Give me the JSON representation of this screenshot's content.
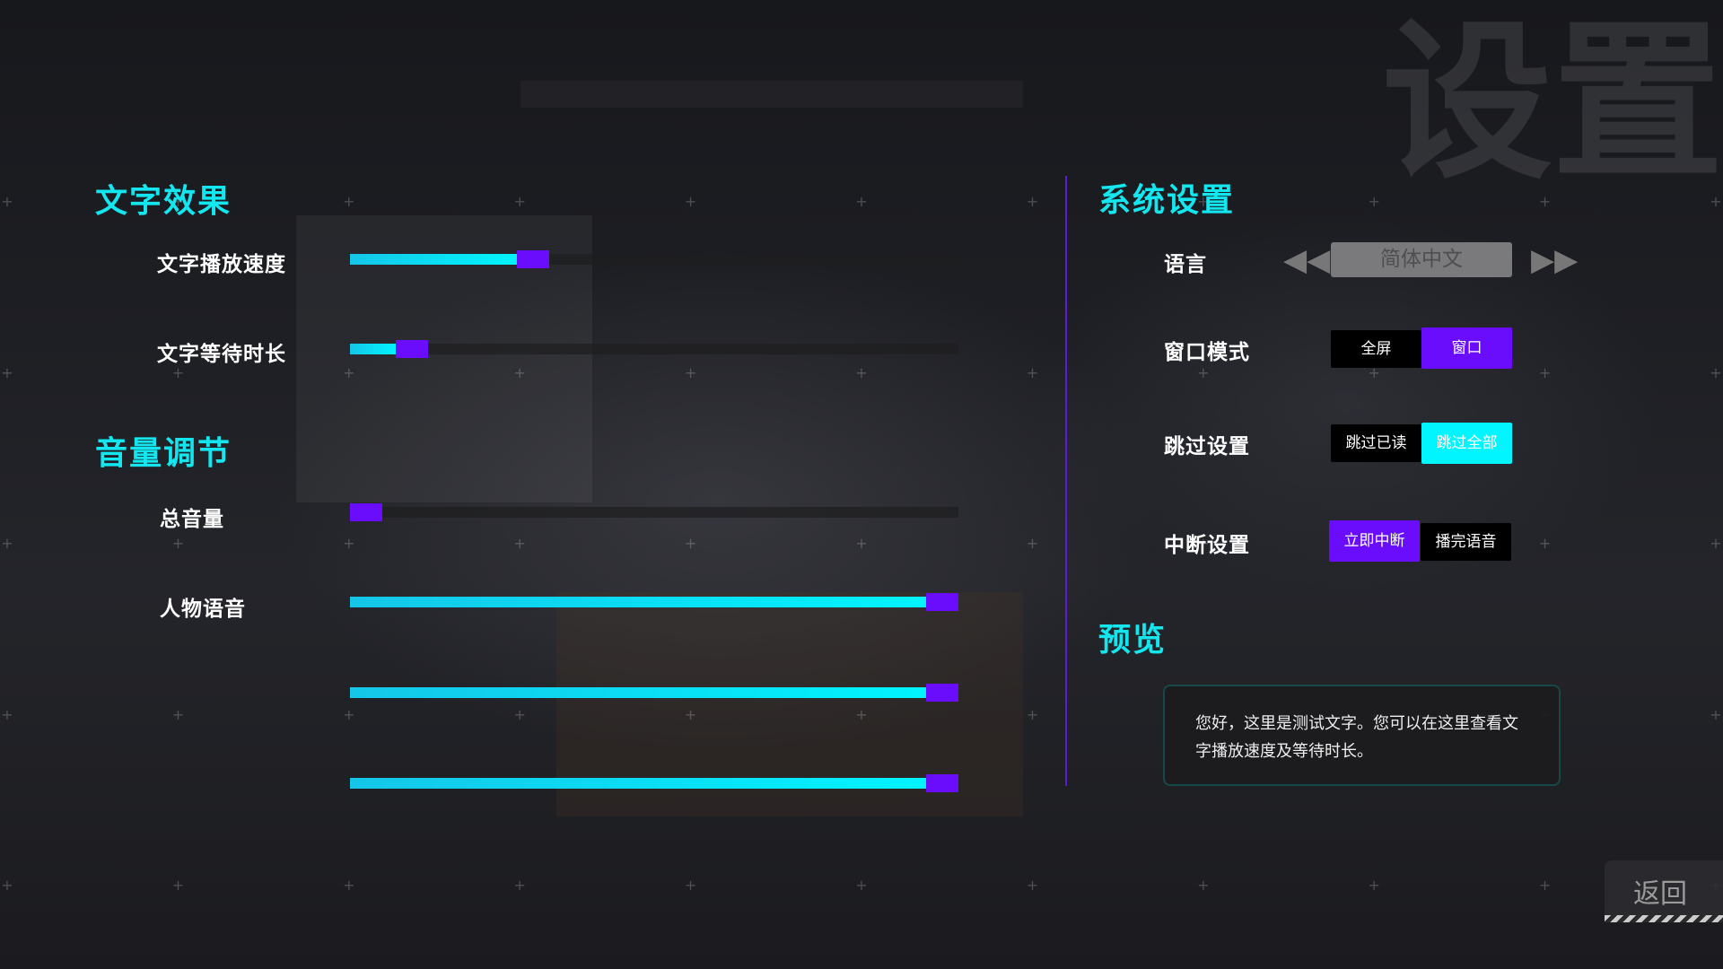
{
  "watermark": "设置",
  "text_effects": {
    "title": "文字效果",
    "speed": {
      "label": "文字播放速度",
      "value": 0.29
    },
    "wait": {
      "label": "文字等待时长",
      "value": 0.08
    }
  },
  "volume": {
    "title": "音量调节",
    "master": {
      "label": "总音量",
      "value": 0.0
    },
    "voice": {
      "label": "人物语音",
      "value": 1.0
    },
    "slider3": {
      "value": 1.0
    },
    "slider4": {
      "value": 1.0
    }
  },
  "system": {
    "title": "系统设置",
    "language": {
      "label": "语言",
      "value": "简体中文",
      "prev_icon": "double-chevron-left",
      "next_icon": "double-chevron-right"
    },
    "window_mode": {
      "label": "窗口模式",
      "options": [
        "全屏",
        "窗口"
      ],
      "selected": "窗口"
    },
    "skip": {
      "label": "跳过设置",
      "options": [
        "跳过已读",
        "跳过全部"
      ],
      "selected": "跳过全部"
    },
    "interrupt": {
      "label": "中断设置",
      "options": [
        "立即中断",
        "播完语音"
      ],
      "selected": "立即中断"
    }
  },
  "preview": {
    "title": "预览",
    "text": "您好，这里是测试文字。您可以在这里查看文字播放速度及等待时长。"
  },
  "back_label": "返回",
  "colors": {
    "cyan": "#14e6f0",
    "purple": "#6a0dfc",
    "cyan_selected": "#00f5ff"
  }
}
